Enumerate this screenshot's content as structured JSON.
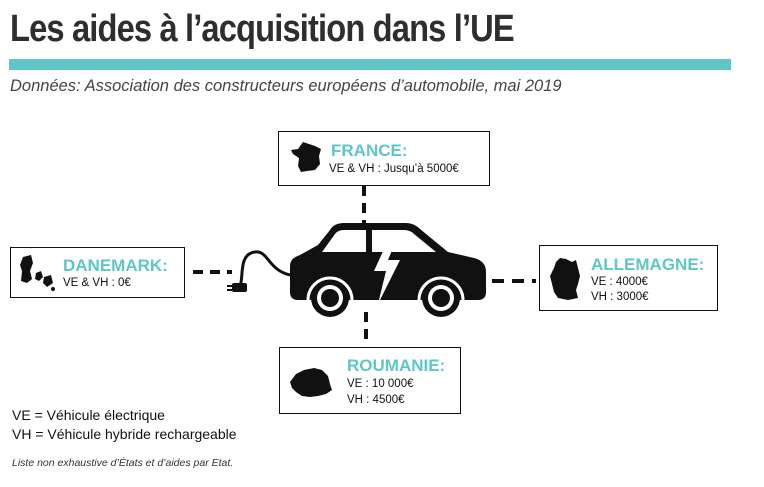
{
  "title": "Les aides à l’acquisition dans l’UE",
  "subtitle": "Données: Association des constructeurs européens d’automobile, mai 2019",
  "colors": {
    "accent": "#5ec6c6",
    "ink": "#111111"
  },
  "countries": {
    "france": {
      "name": "FRANCE:",
      "lines": [
        "VE & VH : Jusqu’à 5000€"
      ],
      "icon": "france-map-icon"
    },
    "danemark": {
      "name": "DANEMARK:",
      "lines": [
        "VE & VH : 0€"
      ],
      "icon": "denmark-map-icon"
    },
    "allemagne": {
      "name": "ALLEMAGNE:",
      "lines": [
        "VE : 4000€",
        "VH : 3000€"
      ],
      "icon": "germany-map-icon"
    },
    "roumanie": {
      "name": "ROUMANIE:",
      "lines": [
        "VE : 10 000€",
        "VH : 4500€"
      ],
      "icon": "romania-map-icon"
    }
  },
  "legend": [
    "VE = Véhicule électrique",
    "VH = Véhicule hybride rechargeable"
  ],
  "note": "Liste non exhaustive d’États et d’aides par Etat."
}
